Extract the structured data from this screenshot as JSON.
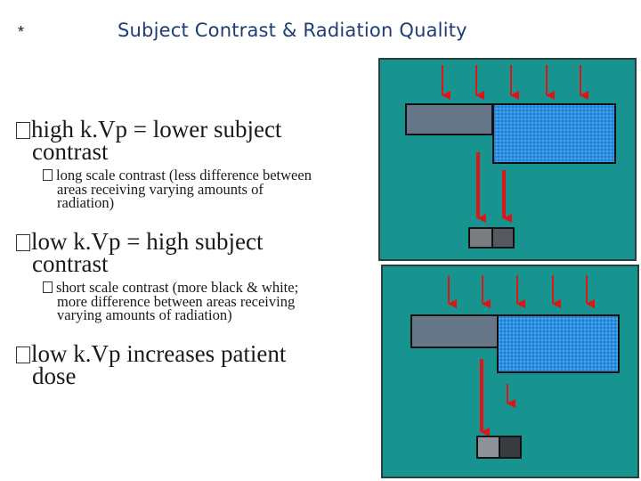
{
  "slide": {
    "marker": "*",
    "title": "Subject Contrast & Radiation Quality"
  },
  "bullets": [
    {
      "line1": "high k.Vp = lower subject",
      "line2": "contrast",
      "sub_line1": "long scale contrast (less difference between",
      "sub_line2": "areas receiving varying amounts of",
      "sub_line3": "radiation)"
    },
    {
      "line1": "low k.Vp = high subject",
      "line2": "contrast",
      "sub_line1": "short scale contrast (more black & white;",
      "sub_line2": "more difference between areas receiving",
      "sub_line3": "varying amounts of radiation)"
    },
    {
      "line1": "low k.Vp increases patient",
      "line2": "dose"
    }
  ],
  "colors": {
    "panel_bg": "#17948f",
    "arrow": "#e01414",
    "title": "#1f3d72",
    "object_gray": "#667588",
    "object_blue": "#2a8fe0"
  },
  "icons": {
    "bullet": "square-bullet-icon",
    "arrow": "arrow-down-icon"
  }
}
